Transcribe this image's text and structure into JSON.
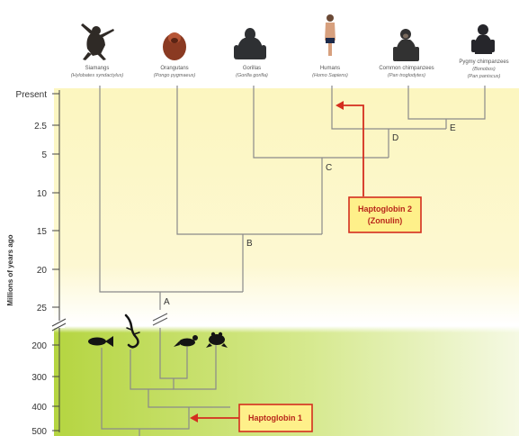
{
  "species": [
    {
      "name": "Siamangs",
      "sci": "(Hylobates syndactylus)",
      "icon": "siamang-icon"
    },
    {
      "name": "Orangutans",
      "sci": "(Pongo pygmaeus)",
      "icon": "orangutan-icon"
    },
    {
      "name": "Gorillas",
      "sci": "(Gorilla gorilla)",
      "icon": "gorilla-icon"
    },
    {
      "name": "Humans",
      "sci": "(Homo Sapiens)",
      "icon": "human-icon"
    },
    {
      "name": "Common chimpanzees",
      "sci": "(Pan troglodytes)",
      "icon": "chimpanzee-icon"
    },
    {
      "name": "Pygmy chimpanzees",
      "sci": "(Bonobos)",
      "sci2": "(Pan paniscus)",
      "icon": "bonobo-icon"
    }
  ],
  "y_axis": {
    "label": "Millions of years ago",
    "upper_ticks": [
      "Present",
      "2.5",
      "5",
      "10",
      "15",
      "20",
      "25"
    ],
    "lower_ticks": [
      "200",
      "300",
      "400",
      "500"
    ]
  },
  "nodes": [
    "A",
    "B",
    "C",
    "D",
    "E"
  ],
  "callouts": {
    "hp2_line1": "Haptoglobin 2",
    "hp2_line2": "(Zonulin)",
    "hp1": "Haptoglobin 1"
  },
  "lower_taxa_icons": [
    "fish-icon",
    "lizard-icon",
    "bird-icon",
    "turtle-icon",
    "frog-icon"
  ],
  "colors": {
    "upper_band": "#fcf6bf",
    "lower_band": "#bcd94e",
    "arrow": "#d42e1f",
    "callout_fill": "#fef08a",
    "callout_border": "#d42e1f",
    "tree_line": "#8a8a8a"
  }
}
